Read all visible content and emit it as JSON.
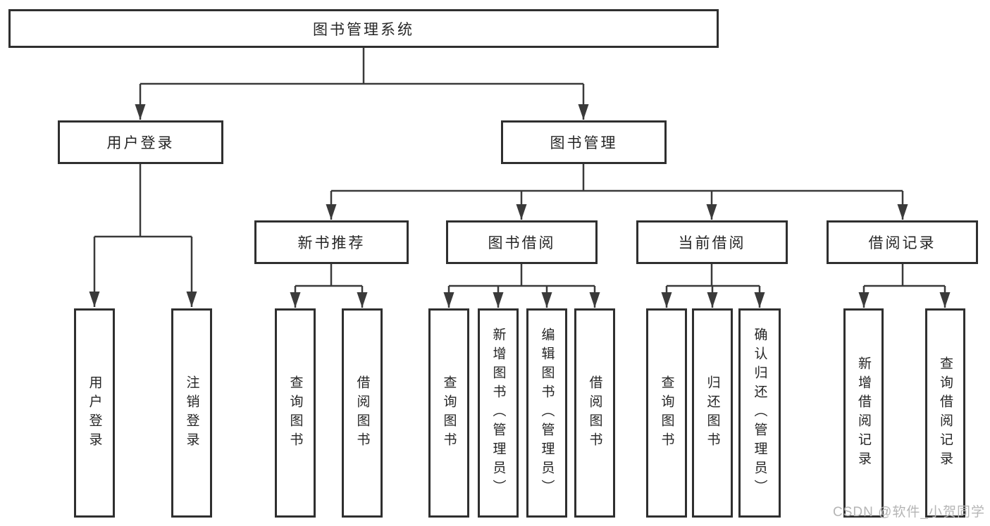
{
  "nodes": {
    "root": "图书管理系统",
    "login": {
      "label": "用户登录",
      "children": [
        "用户登录",
        "注销登录"
      ]
    },
    "mgmt": {
      "label": "图书管理",
      "children": [
        {
          "label": "新书推荐",
          "children": [
            "查询图书",
            "借阅图书"
          ]
        },
        {
          "label": "图书借阅",
          "children": [
            "查询图书",
            "新增图书（管理员）",
            "编辑图书（管理员）",
            "借阅图书"
          ]
        },
        {
          "label": "当前借阅",
          "children": [
            "查询图书",
            "归还图书",
            "确认归还（管理员）"
          ]
        },
        {
          "label": "借阅记录",
          "children": [
            "新增借阅记录",
            "查询借阅记录"
          ]
        }
      ]
    }
  },
  "colors": {
    "line": "#3a3a3a",
    "border": "#2f2f2f",
    "text": "#262626",
    "watermark": "#b5b5b5"
  },
  "watermark": "CSDN @软件_小贺同学"
}
